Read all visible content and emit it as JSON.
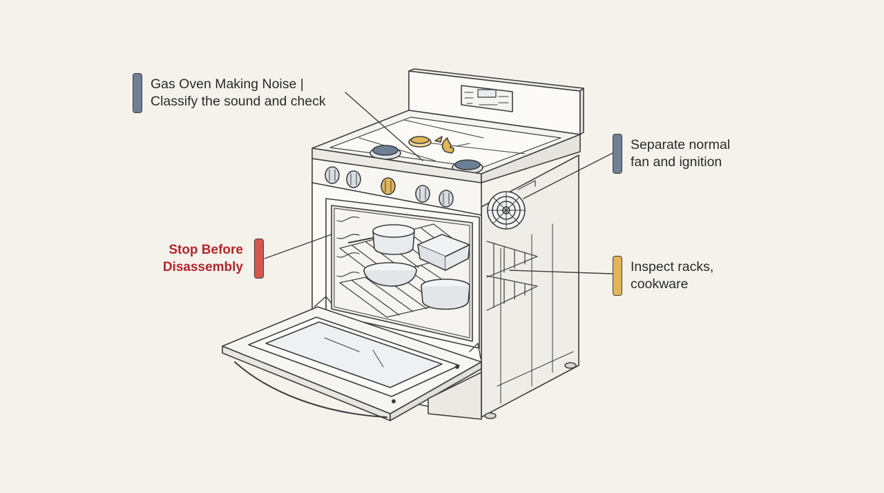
{
  "callouts": {
    "title": {
      "text": "Gas Oven Making Noise |\nClassify the sound and check",
      "color": "#6f8196"
    },
    "fan": {
      "text": "Separate normal\nfan and ignition",
      "color": "#6f8196"
    },
    "racks": {
      "text": "Inspect racks,\ncookware",
      "color": "#e2b55b"
    },
    "stop": {
      "text": "Stop Before\nDisassembly",
      "color": "#d9564a"
    }
  },
  "colors": {
    "background": "#f5f2ec",
    "outline": "#3c3c3c",
    "warning_text": "#b3262b",
    "accent_knob": "#e2b55b",
    "burner_blue": "#6d7f95"
  },
  "icons": [
    "gas-range-illustration",
    "fan-icon",
    "flame-icon",
    "burner-icon",
    "knob-icon"
  ]
}
